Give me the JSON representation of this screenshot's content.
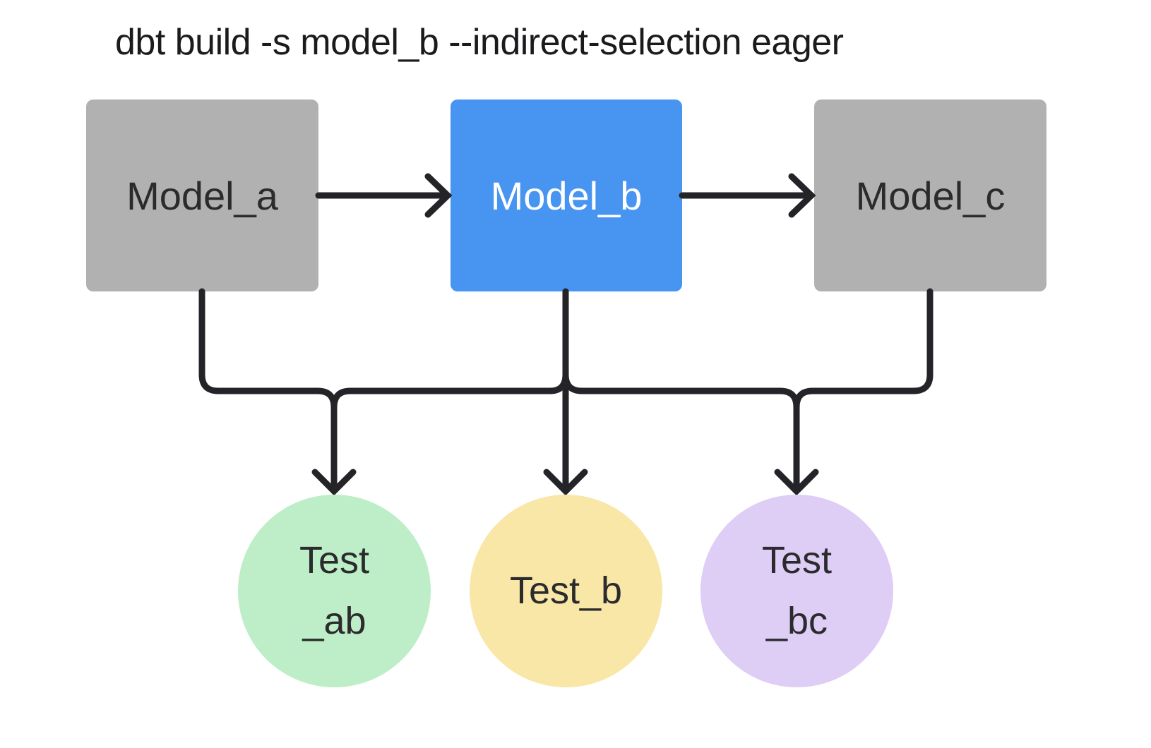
{
  "title": "dbt build -s model_b --indirect-selection eager",
  "colors": {
    "background": "#ffffff",
    "edge": "#242428",
    "model_default": "#b1b1b1",
    "model_selected": "#4795f1",
    "test_ab": "#bdeec8",
    "test_b": "#f9e7a7",
    "test_bc": "#decdf5",
    "text_dark": "#2b2b2d",
    "text_on_selected": "#ffffff"
  },
  "nodes": {
    "model_a": {
      "label": "Model_a",
      "type": "model",
      "color": "#b1b1b1"
    },
    "model_b": {
      "label": "Model_b",
      "type": "model",
      "color": "#4795f1",
      "selected": true
    },
    "model_c": {
      "label": "Model_c",
      "type": "model",
      "color": "#b1b1b1"
    },
    "test_ab": {
      "label_line1": "Test",
      "label_line2": "_ab",
      "type": "test",
      "color": "#bdeec8"
    },
    "test_b": {
      "label": "Test_b",
      "type": "test",
      "color": "#f9e7a7"
    },
    "test_bc": {
      "label_line1": "Test",
      "label_line2": "_bc",
      "type": "test",
      "color": "#decdf5"
    }
  },
  "edges": [
    {
      "from": "model_a",
      "to": "model_b"
    },
    {
      "from": "model_b",
      "to": "model_c"
    },
    {
      "from": "model_a",
      "to": "test_ab"
    },
    {
      "from": "model_b",
      "to": "test_ab"
    },
    {
      "from": "model_b",
      "to": "test_b"
    },
    {
      "from": "model_b",
      "to": "test_bc"
    },
    {
      "from": "model_c",
      "to": "test_bc"
    }
  ]
}
